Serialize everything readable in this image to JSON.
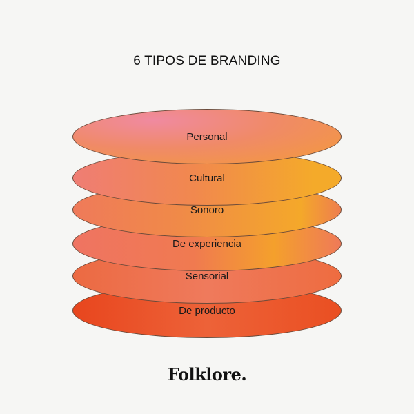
{
  "title": "6 TIPOS DE BRANDING",
  "layers": [
    {
      "label": "Personal",
      "gradient": "radial-gradient(ellipse at 30% 20%, #f08aa0 0%, #f08a68 45%, #f39a3a 100%)"
    },
    {
      "label": "Cultural",
      "gradient": "linear-gradient(90deg, #ef7d74 0%, #f1884e 45%, #f4aa2a 90%)"
    },
    {
      "label": "Sonoro",
      "gradient": "linear-gradient(90deg, #ef7a5a 0%, #f08a48 40%, #f4a82a 85%, #ee7e4e 100%)"
    },
    {
      "label": "De experiencia",
      "gradient": "linear-gradient(90deg, #ef7462 0%, #f07a50 45%, #f4a02c 75%, #ef7a58 100%)"
    },
    {
      "label": "Sensorial",
      "gradient": "linear-gradient(90deg, #ec6a42 0%, #ef7a5c 50%, #ee6c40 100%)"
    },
    {
      "label": "De producto",
      "gradient": "linear-gradient(90deg, #e8461e 0%, #ed6238 50%, #ea4f22 100%)"
    }
  ],
  "logo": "Folklore."
}
